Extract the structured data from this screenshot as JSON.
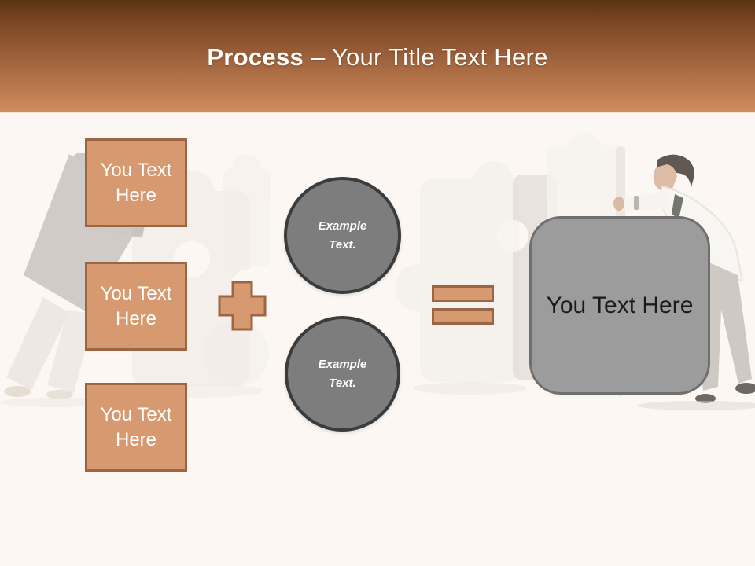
{
  "slide": {
    "header": {
      "title_bold": "Process",
      "title_rest": "– Your Title Text Here"
    },
    "process_boxes": [
      {
        "label": "You Text Here"
      },
      {
        "label": "You Text Here"
      },
      {
        "label": "You Text Here"
      }
    ],
    "operators": {
      "plus": "plus-sign",
      "equals": "equals-sign"
    },
    "example_circles": [
      {
        "label": "Example Text."
      },
      {
        "label": "Example Text."
      }
    ],
    "result_box": {
      "label": "You Text Here"
    },
    "colors": {
      "header_top": "#5A3312",
      "header_bottom": "#D08C5E",
      "body_bg": "#FCF7F2",
      "accent_fill": "#D7996F",
      "accent_border": "#9C6644",
      "circle_fill": "#7D7D7D",
      "circle_border": "#3B3B3B",
      "result_fill": "#9C9C9C",
      "result_border": "#6F6F6F",
      "title_text": "#FFFFFF",
      "box_text": "#FFFFFF",
      "result_text": "#1A1A1A"
    }
  }
}
